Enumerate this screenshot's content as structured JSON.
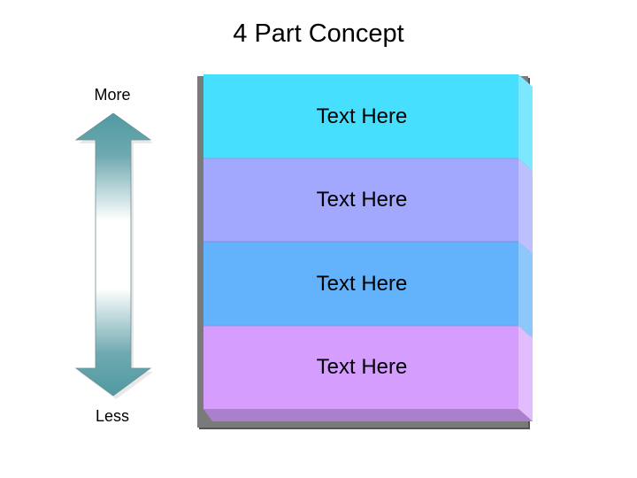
{
  "title": "4 Part Concept",
  "scale": {
    "top_label": "More",
    "bottom_label": "Less"
  },
  "layers": [
    {
      "label": "Text Here",
      "color": "#47dffe"
    },
    {
      "label": "Text Here",
      "color": "#a2a8fe"
    },
    {
      "label": "Text Here",
      "color": "#62b3fb"
    },
    {
      "label": "Text Here",
      "color": "#d59efe"
    }
  ],
  "colors": {
    "arrow": "#4f9aa2",
    "shadow": "#505050",
    "base": "#aa80cc"
  }
}
